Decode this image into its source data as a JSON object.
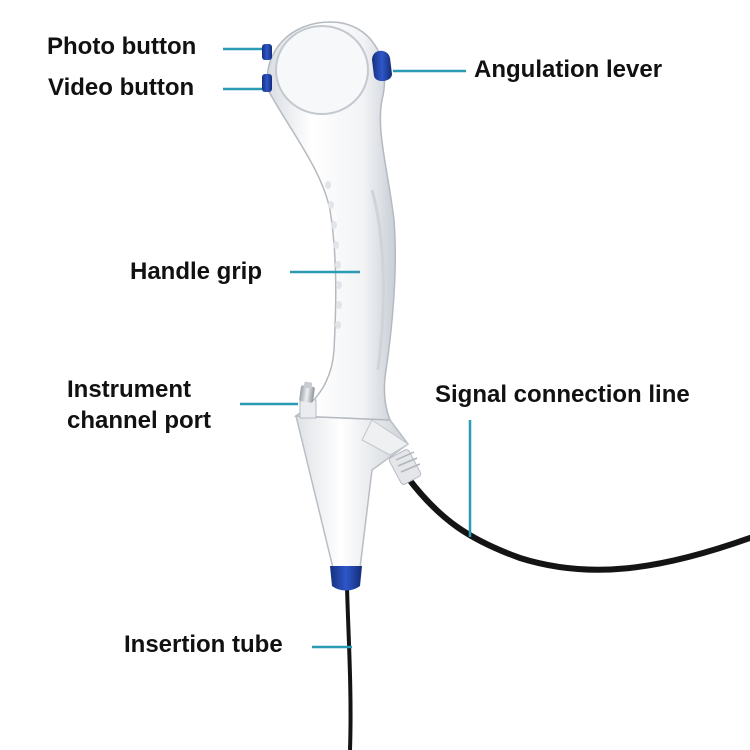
{
  "colors": {
    "leader": "#2a9bb2",
    "body": "#f4f5f7",
    "shade": "#cfd4da",
    "accent": "#1f3fa8",
    "cable": "#141414"
  },
  "labels": {
    "photo_button": "Photo button",
    "video_button": "Video button",
    "angulation_lever": "Angulation lever",
    "handle_grip": "Handle grip",
    "instrument_channel_port_line1": "Instrument",
    "instrument_channel_port_line2": "channel port",
    "signal_connection_line": "Signal connection line",
    "insertion_tube": "Insertion tube"
  }
}
